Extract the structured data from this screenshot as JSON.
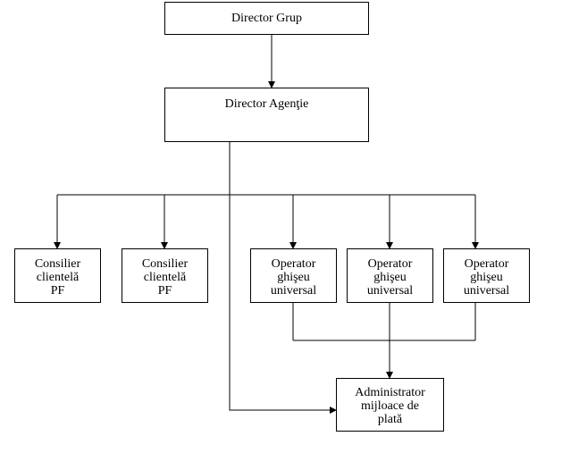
{
  "boxes": {
    "director_grup": {
      "label": "Director Grup"
    },
    "director_agentie": {
      "label": "Director Agenţie"
    },
    "consilier_1": {
      "line1": "Consilier",
      "line2": "clientelă",
      "line3": "PF"
    },
    "consilier_2": {
      "line1": "Consilier",
      "line2": "clientelă",
      "line3": "PF"
    },
    "operator_1": {
      "line1": "Operator",
      "line2": "ghişeu",
      "line3": "universal"
    },
    "operator_2": {
      "line1": "Operator",
      "line2": "ghişeu",
      "line3": "universal"
    },
    "operator_3": {
      "line1": "Operator",
      "line2": "ghişeu",
      "line3": "universal"
    },
    "administrator": {
      "line1": "Administrator",
      "line2": "mijloace de",
      "line3": "plată"
    }
  },
  "colors": {
    "line": "#000000",
    "box_border": "#000000",
    "background": "#ffffff"
  }
}
